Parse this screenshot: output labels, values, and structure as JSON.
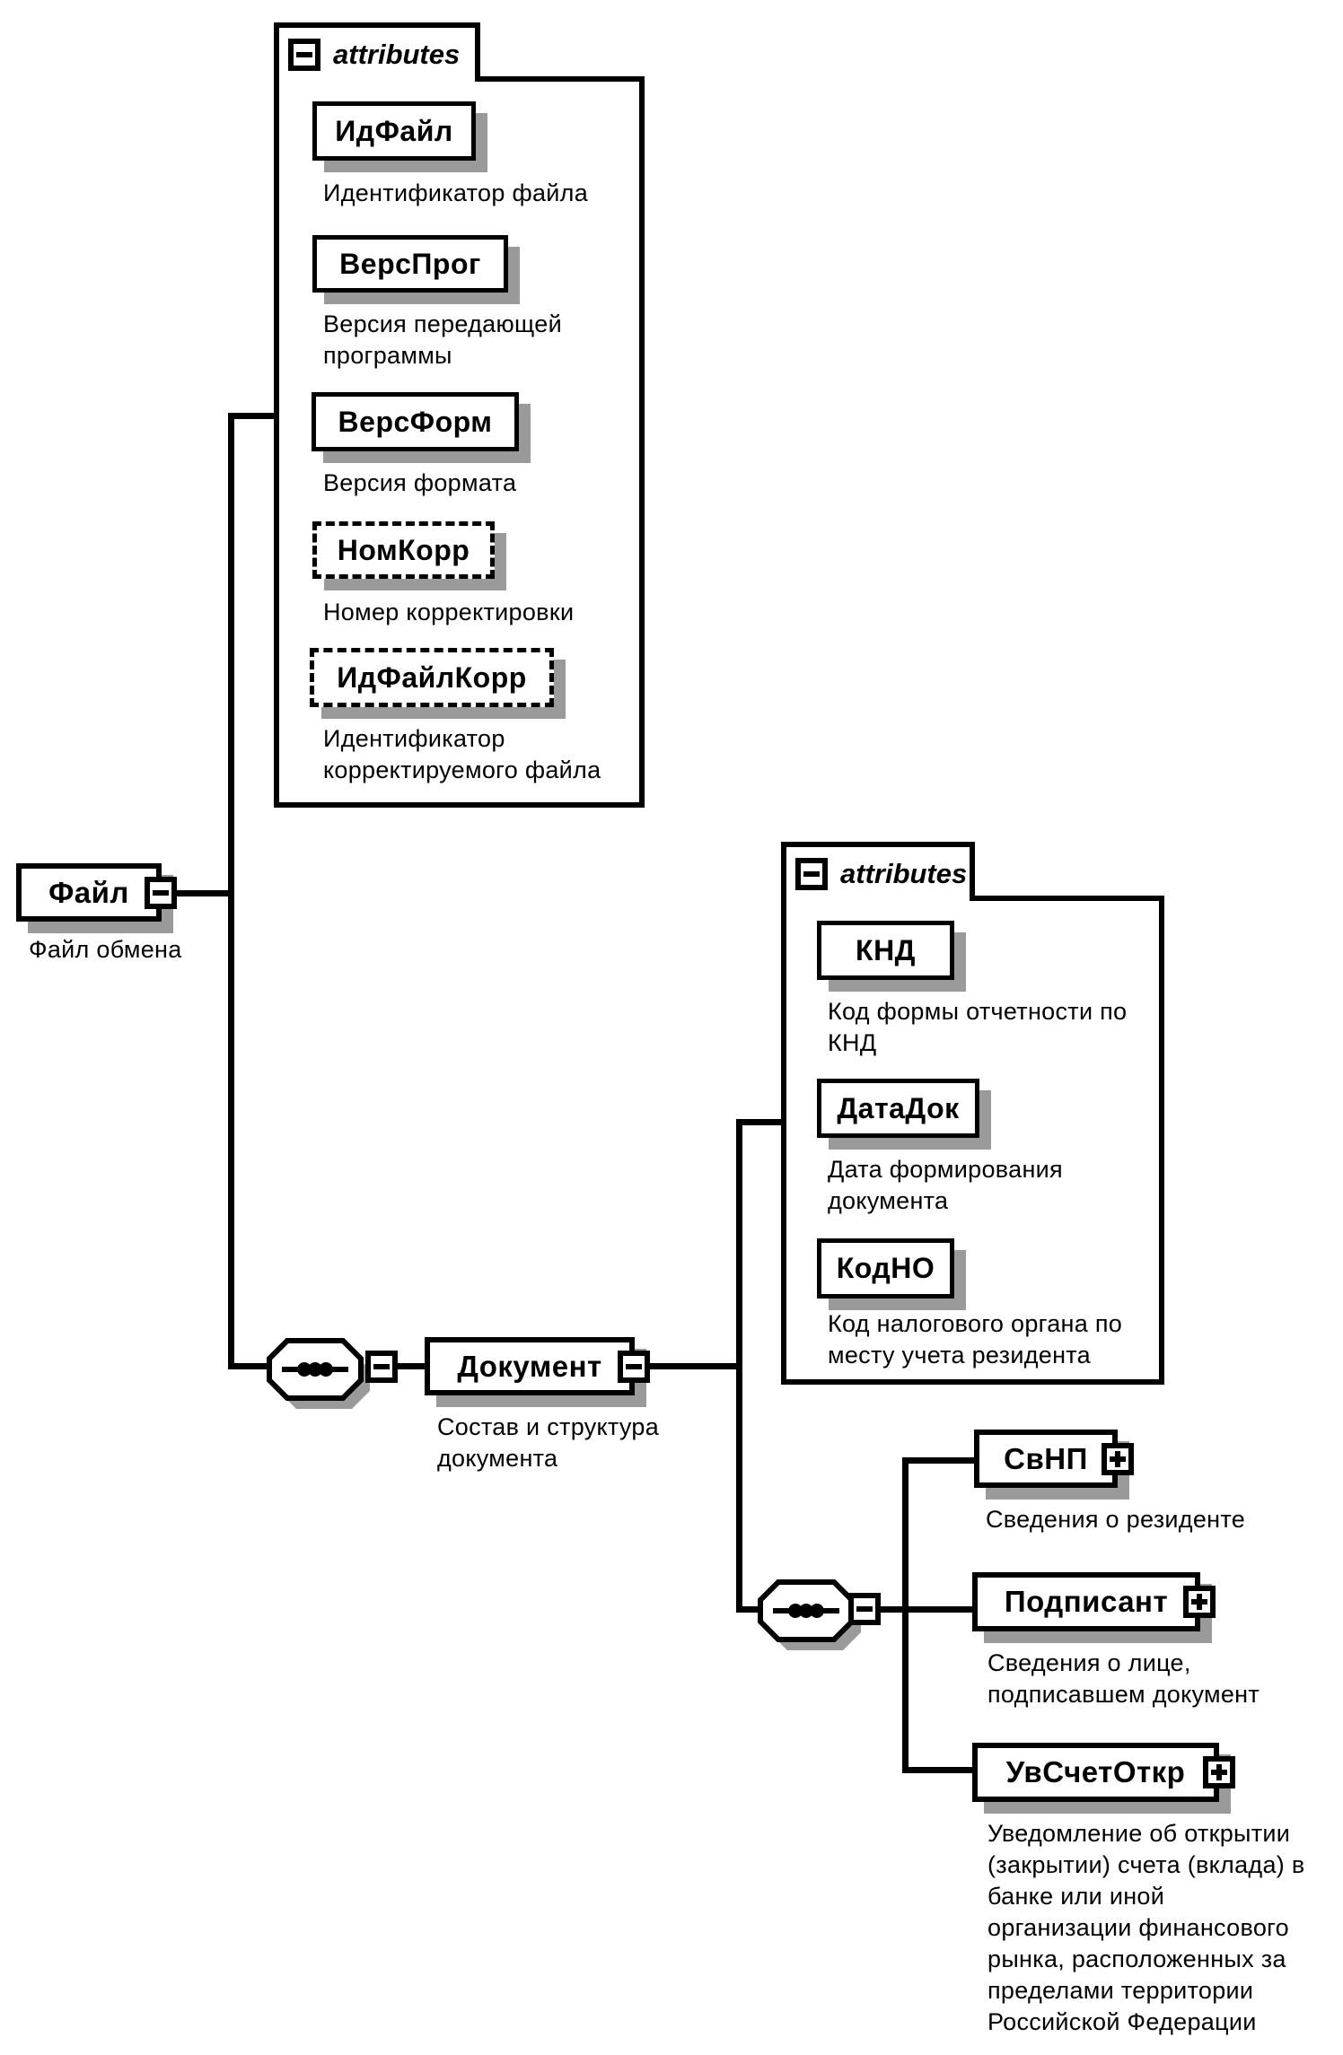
{
  "colors": {
    "ink": "#000000",
    "paper": "#ffffff",
    "shadow": "#9a9a9a"
  },
  "root_element": {
    "label": "Файл",
    "description": "Файл обмена"
  },
  "file_attributes_group": {
    "header": "attributes"
  },
  "file_attributes": [
    {
      "name": "ИдФайл",
      "description": "Идентификатор файла"
    },
    {
      "name": "ВерсПрог",
      "description": "Версия передающей\nпрограммы"
    },
    {
      "name": "ВерсФорм",
      "description": "Версия формата"
    },
    {
      "name": "НомКорр",
      "description": "Номер корректировки"
    },
    {
      "name": "ИдФайлКорр",
      "description": "Идентификатор\nкорректируемого файла"
    }
  ],
  "document_element": {
    "label": "Документ",
    "description": "Состав и структура\nдокумента"
  },
  "document_attributes_group": {
    "header": "attributes"
  },
  "document_attributes": [
    {
      "name": "КНД",
      "description": "Код формы отчетности по\nКНД"
    },
    {
      "name": "ДатаДок",
      "description": "Дата формирования\nдокумента"
    },
    {
      "name": "КодНО",
      "description": "Код налогового органа по\nместу учета резидента"
    }
  ],
  "document_children": [
    {
      "name": "СвНП",
      "description": "Сведения о резиденте"
    },
    {
      "name": "Подписант",
      "description": "Сведения о лице,\nподписавшем документ"
    },
    {
      "name": "УвСчетОткр",
      "description": "Уведомление об открытии\n(закрытии) счета (вклада) в\nбанке или иной\nорганизации финансового\nрынка, расположенных за\nпределами территории\nРоссийской Федерации"
    }
  ]
}
